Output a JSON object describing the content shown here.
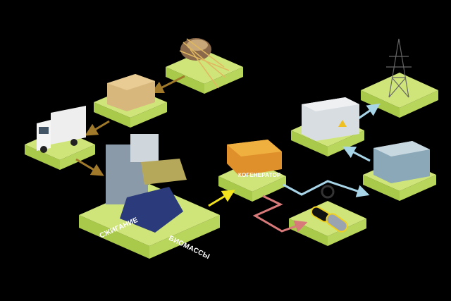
{
  "labels": {
    "cogenerator": "КОГЕНЕРАТОР",
    "burning": "СЖИГАНИЕ",
    "biomass": "БИОМАССЫ"
  },
  "colors": {
    "platform_top": "#cfe57a",
    "platform_left": "#a9c94a",
    "platform_right": "#b9d65c",
    "arrow_biomass": "#a07a2a",
    "arrow_heat_to_cogen": "#f2e21e",
    "arrow_electric": "#a8d4e8",
    "arrow_heat": "#d97a7a"
  }
}
